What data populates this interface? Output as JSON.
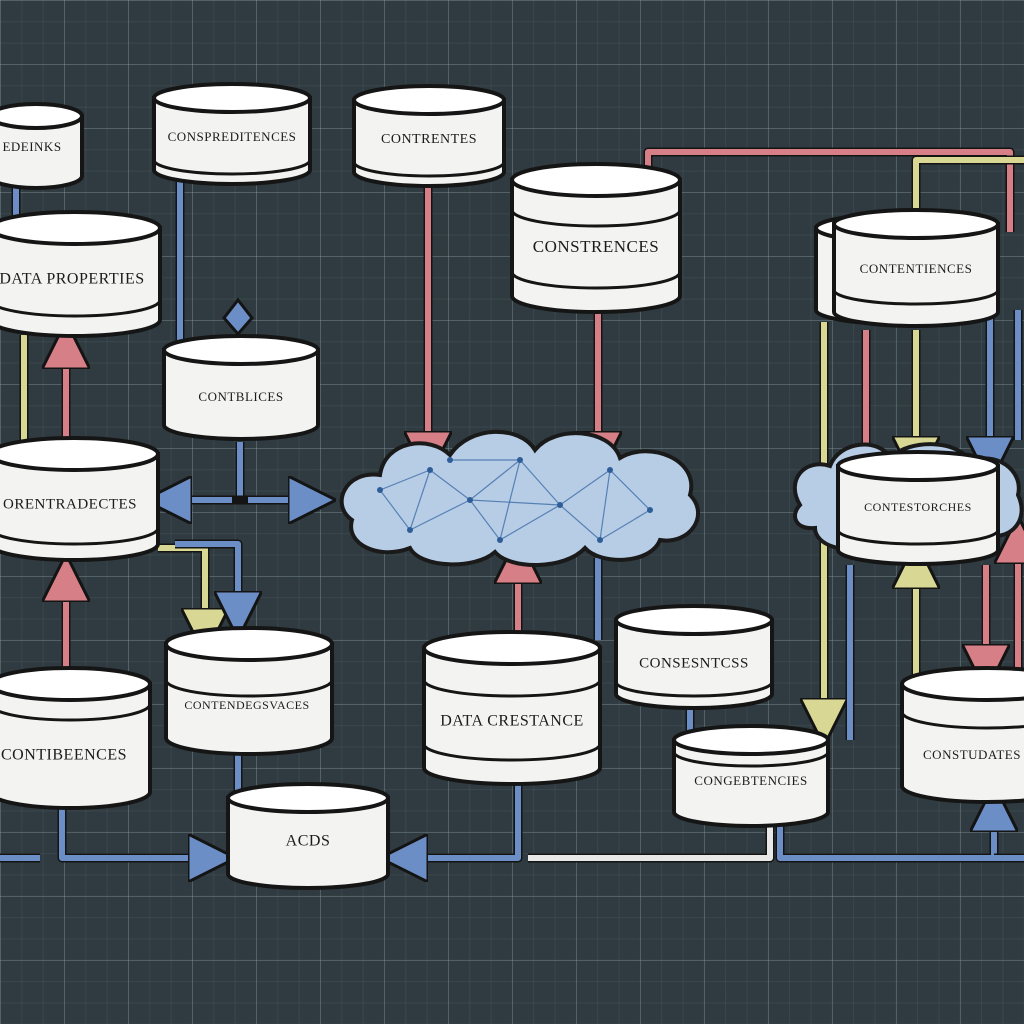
{
  "colors": {
    "background": "#2f3b40",
    "grid": "#8fa3a8",
    "blue": "#6c8ec6",
    "red": "#d67f86",
    "yellow": "#d8d894",
    "cloud": "#b7cde6"
  },
  "nodes": {
    "cyl_edeinks": "EDEINKS",
    "cyl_conspreditences": "CONSPREDITENCES",
    "cyl_contrentes": "CONTRENTES",
    "cyl_constrences": "CONSTRENCES",
    "cyl_contenties": "CONTENTIENCES",
    "cyl_data_properties": "DATA PROPERTIES",
    "cyl_contblices": "CONTBLICES",
    "cyl_orentradectes": "ORENTRADECTES",
    "cyl_contendegsvaces": "CONTENDEGSVACES",
    "cyl_contibeences": "CONTIBEENCES",
    "cyl_acds": "ACDS",
    "cyl_data_crestance": "DATA CRESTANCE",
    "cyl_consesntcss": "CONSESNTCSS",
    "cyl_congebtencies": "CONGEBTENCIES",
    "cyl_contestorches": "CONTESTORCHES",
    "cyl_constudates": "CONSTUDATES"
  }
}
